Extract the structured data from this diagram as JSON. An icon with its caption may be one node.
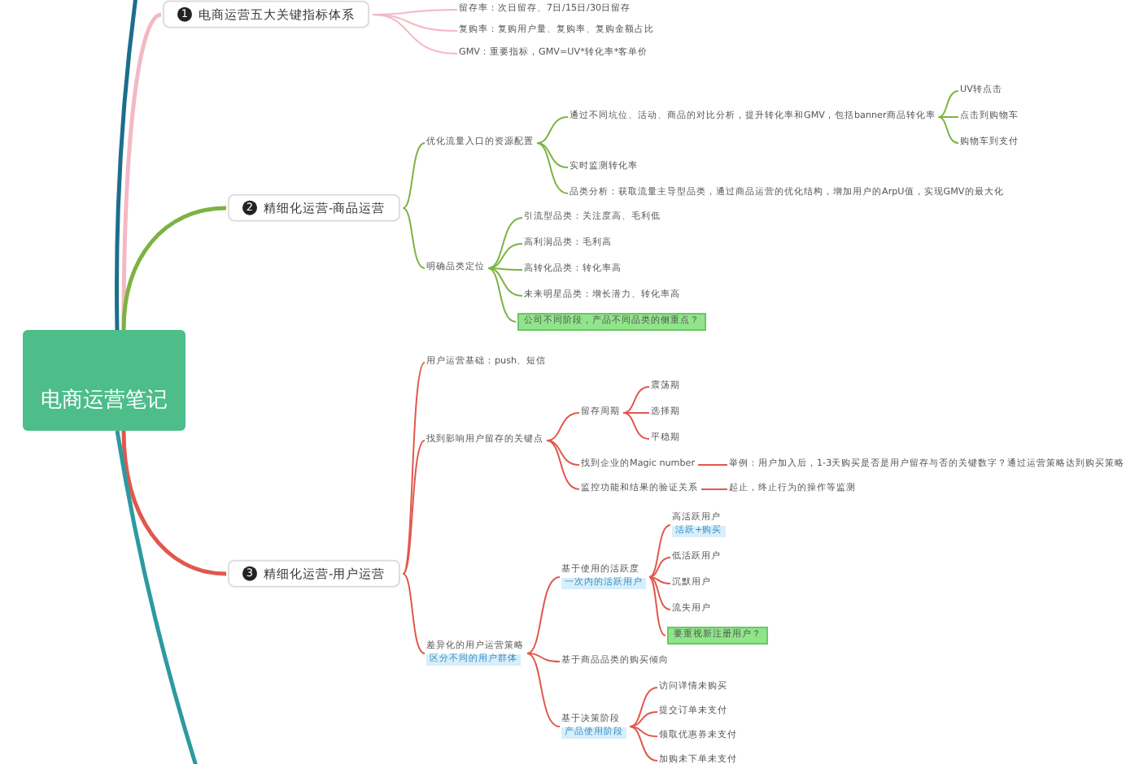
{
  "diagram": {
    "nodes": [
      {
        "text": [
          "电商运营笔记"
        ]
      },
      {
        "text": [
          "1",
          "电商运营五大关键指标体系"
        ]
      },
      {
        "text": [
          "留存率：次日留存、7日/15日/30日留存"
        ]
      },
      {
        "text": [
          "复购率：复购用户量、复购率、复购金额占比"
        ]
      },
      {
        "text": [
          "GMV：重要指标，GMV=UV*转化率*客单价"
        ]
      },
      {
        "text": [
          "2",
          "精细化运营-商品运营"
        ]
      },
      {
        "text": [
          "优化流量入口的资源配置"
        ]
      },
      {
        "text": [
          "通过不同坑位、活动、商品的对比分析，提升转化率和GMV，包括banner商品转化率"
        ]
      },
      {
        "text": [
          "UV转点击"
        ]
      },
      {
        "text": [
          "点击到购物车"
        ]
      },
      {
        "text": [
          "购物车到支付"
        ]
      },
      {
        "text": [
          "实时监测转化率"
        ]
      },
      {
        "text": [
          "品类分析：获取流量主导型品类，通过商品运营的优化结构，增加用户的ArpU值，实现GMV的最大化"
        ]
      },
      {
        "text": [
          "明确品类定位"
        ]
      },
      {
        "text": [
          "引流型品类：关注度高、毛利低"
        ]
      },
      {
        "text": [
          "高利润品类：毛利高"
        ]
      },
      {
        "text": [
          "高转化品类：转化率高"
        ]
      },
      {
        "text": [
          "未来明星品类：增长潜力、转化率高"
        ]
      },
      {
        "text": [
          "公司不同阶段，产品不同品类的侧重点？"
        ]
      },
      {
        "text": [
          "3",
          "精细化运营-用户运营"
        ]
      },
      {
        "text": [
          "用户运营基础：push、短信"
        ]
      },
      {
        "text": [
          "找到影响用户留存的关键点"
        ]
      },
      {
        "text": [
          "留存周期"
        ]
      },
      {
        "text": [
          "震荡期"
        ]
      },
      {
        "text": [
          "选择期"
        ]
      },
      {
        "text": [
          "平稳期"
        ]
      },
      {
        "text": [
          "找到企业的Magic number"
        ]
      },
      {
        "text": [
          "举例：用户加入后，1-3天购买是否是用户留存与否的关键数字？通过运营策略达到购买策略"
        ]
      },
      {
        "text": [
          "监控功能和结果的验证关系"
        ]
      },
      {
        "text": [
          "起止，终止行为的操作等监测"
        ]
      },
      {
        "text": [
          "差异化的用户运营策略",
          "区分不同的用户群体"
        ]
      },
      {
        "text": [
          "基于使用的活跃度",
          "一次内的活跃用户"
        ]
      },
      {
        "text": [
          "高活跃用户",
          "活跃+购买"
        ]
      },
      {
        "text": [
          "低活跃用户"
        ]
      },
      {
        "text": [
          "沉默用户"
        ]
      },
      {
        "text": [
          "流失用户"
        ]
      },
      {
        "text": [
          "要重视新注册用户？"
        ]
      },
      {
        "text": [
          "基于商品品类的购买倾向"
        ]
      },
      {
        "text": [
          "基于决策阶段",
          "产品使用阶段"
        ]
      },
      {
        "text": [
          "访问详情未购买"
        ]
      },
      {
        "text": [
          "提交订单未支付"
        ]
      },
      {
        "text": [
          "领取优惠券未支付"
        ]
      },
      {
        "text": [
          "加购未下单未支付"
        ]
      }
    ],
    "edges": [
      {
        "from": 0,
        "to": 1,
        "arrow": "none",
        "style": "thick",
        "color": "#f4b8c4"
      },
      {
        "from": 1,
        "to": 2,
        "arrow": "none",
        "color": "#f4b8c4"
      },
      {
        "from": 1,
        "to": 3,
        "arrow": "none",
        "color": "#f4b8c4"
      },
      {
        "from": 1,
        "to": 4,
        "arrow": "none",
        "color": "#f4b8c4"
      },
      {
        "from": 0,
        "to": 5,
        "arrow": "none",
        "style": "thick",
        "color": "#7cb342"
      },
      {
        "from": 5,
        "to": 6,
        "arrow": "none",
        "color": "#7cb342"
      },
      {
        "from": 6,
        "to": 7,
        "arrow": "none",
        "color": "#7cb342"
      },
      {
        "from": 7,
        "to": 8,
        "arrow": "none",
        "color": "#7cb342"
      },
      {
        "from": 7,
        "to": 9,
        "arrow": "none",
        "color": "#7cb342"
      },
      {
        "from": 7,
        "to": 10,
        "arrow": "none",
        "color": "#7cb342"
      },
      {
        "from": 6,
        "to": 11,
        "arrow": "none",
        "color": "#7cb342"
      },
      {
        "from": 6,
        "to": 12,
        "arrow": "none",
        "color": "#7cb342"
      },
      {
        "from": 5,
        "to": 13,
        "arrow": "none",
        "color": "#7cb342"
      },
      {
        "from": 13,
        "to": 14,
        "arrow": "none",
        "color": "#7cb342"
      },
      {
        "from": 13,
        "to": 15,
        "arrow": "none",
        "color": "#7cb342"
      },
      {
        "from": 13,
        "to": 16,
        "arrow": "none",
        "color": "#7cb342"
      },
      {
        "from": 13,
        "to": 17,
        "arrow": "none",
        "color": "#7cb342"
      },
      {
        "from": 13,
        "to": 18,
        "arrow": "none",
        "color": "#7cb342"
      },
      {
        "from": 0,
        "to": 19,
        "arrow": "none",
        "style": "thick",
        "color": "#e0584c"
      },
      {
        "from": 19,
        "to": 20,
        "arrow": "none",
        "color": "#e0584c"
      },
      {
        "from": 19,
        "to": 21,
        "arrow": "none",
        "color": "#e0584c"
      },
      {
        "from": 21,
        "to": 22,
        "arrow": "none",
        "color": "#e0584c"
      },
      {
        "from": 22,
        "to": 23,
        "arrow": "none",
        "color": "#e0584c"
      },
      {
        "from": 22,
        "to": 24,
        "arrow": "none",
        "color": "#e0584c"
      },
      {
        "from": 22,
        "to": 25,
        "arrow": "none",
        "color": "#e0584c"
      },
      {
        "from": 21,
        "to": 26,
        "arrow": "none",
        "color": "#e0584c"
      },
      {
        "from": 26,
        "to": 27,
        "arrow": "none",
        "color": "#e0584c"
      },
      {
        "from": 21,
        "to": 28,
        "arrow": "none",
        "color": "#e0584c"
      },
      {
        "from": 28,
        "to": 29,
        "arrow": "none",
        "color": "#e0584c"
      },
      {
        "from": 19,
        "to": 30,
        "arrow": "none",
        "color": "#e0584c"
      },
      {
        "from": 30,
        "to": 31,
        "arrow": "none",
        "color": "#e0584c"
      },
      {
        "from": 31,
        "to": 32,
        "arrow": "none",
        "color": "#e0584c"
      },
      {
        "from": 31,
        "to": 33,
        "arrow": "none",
        "color": "#e0584c"
      },
      {
        "from": 31,
        "to": 34,
        "arrow": "none",
        "color": "#e0584c"
      },
      {
        "from": 31,
        "to": 35,
        "arrow": "none",
        "color": "#e0584c"
      },
      {
        "from": 31,
        "to": 36,
        "arrow": "none",
        "color": "#e0584c"
      },
      {
        "from": 30,
        "to": 37,
        "arrow": "none",
        "color": "#e0584c"
      },
      {
        "from": 30,
        "to": 38,
        "arrow": "none",
        "color": "#e0584c"
      },
      {
        "from": 38,
        "to": 39,
        "arrow": "none",
        "color": "#e0584c"
      },
      {
        "from": 38,
        "to": 40,
        "arrow": "none",
        "color": "#e0584c"
      },
      {
        "from": 38,
        "to": 41,
        "arrow": "none",
        "color": "#e0584c"
      },
      {
        "from": 38,
        "to": 42,
        "arrow": "none",
        "color": "#e0584c"
      },
      {
        "from": 0,
        "to": null,
        "arrow": "none",
        "style": "thick",
        "color": "#1b6e8c"
      },
      {
        "from": 0,
        "to": null,
        "arrow": "none",
        "style": "thick",
        "color": "#2c9aa0"
      }
    ]
  }
}
